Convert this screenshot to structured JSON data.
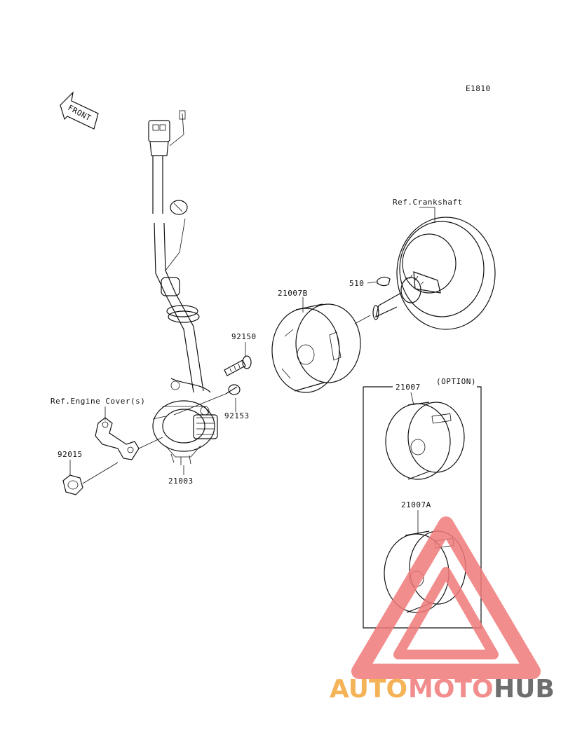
{
  "diagram_code": "E1810",
  "front_arrow": "FRONT",
  "labels": {
    "ref_crankshaft": "Ref.Crankshaft",
    "p510": "510",
    "p21007B": "21007B",
    "p92150": "92150",
    "p92153": "92153",
    "ref_engine_cover": "Ref.Engine Cover(s)",
    "p92015": "92015",
    "p21003": "21003",
    "p21007": "21007",
    "option": "(OPTION)",
    "p21007A": "21007A"
  },
  "watermark": {
    "part1": "AUTO",
    "part2": "MOTO",
    "part3": "HUB"
  },
  "colors": {
    "line": "#111111",
    "wm_orange": "#f4a63a",
    "wm_red": "#f07a7a",
    "wm_gray": "#555555"
  }
}
